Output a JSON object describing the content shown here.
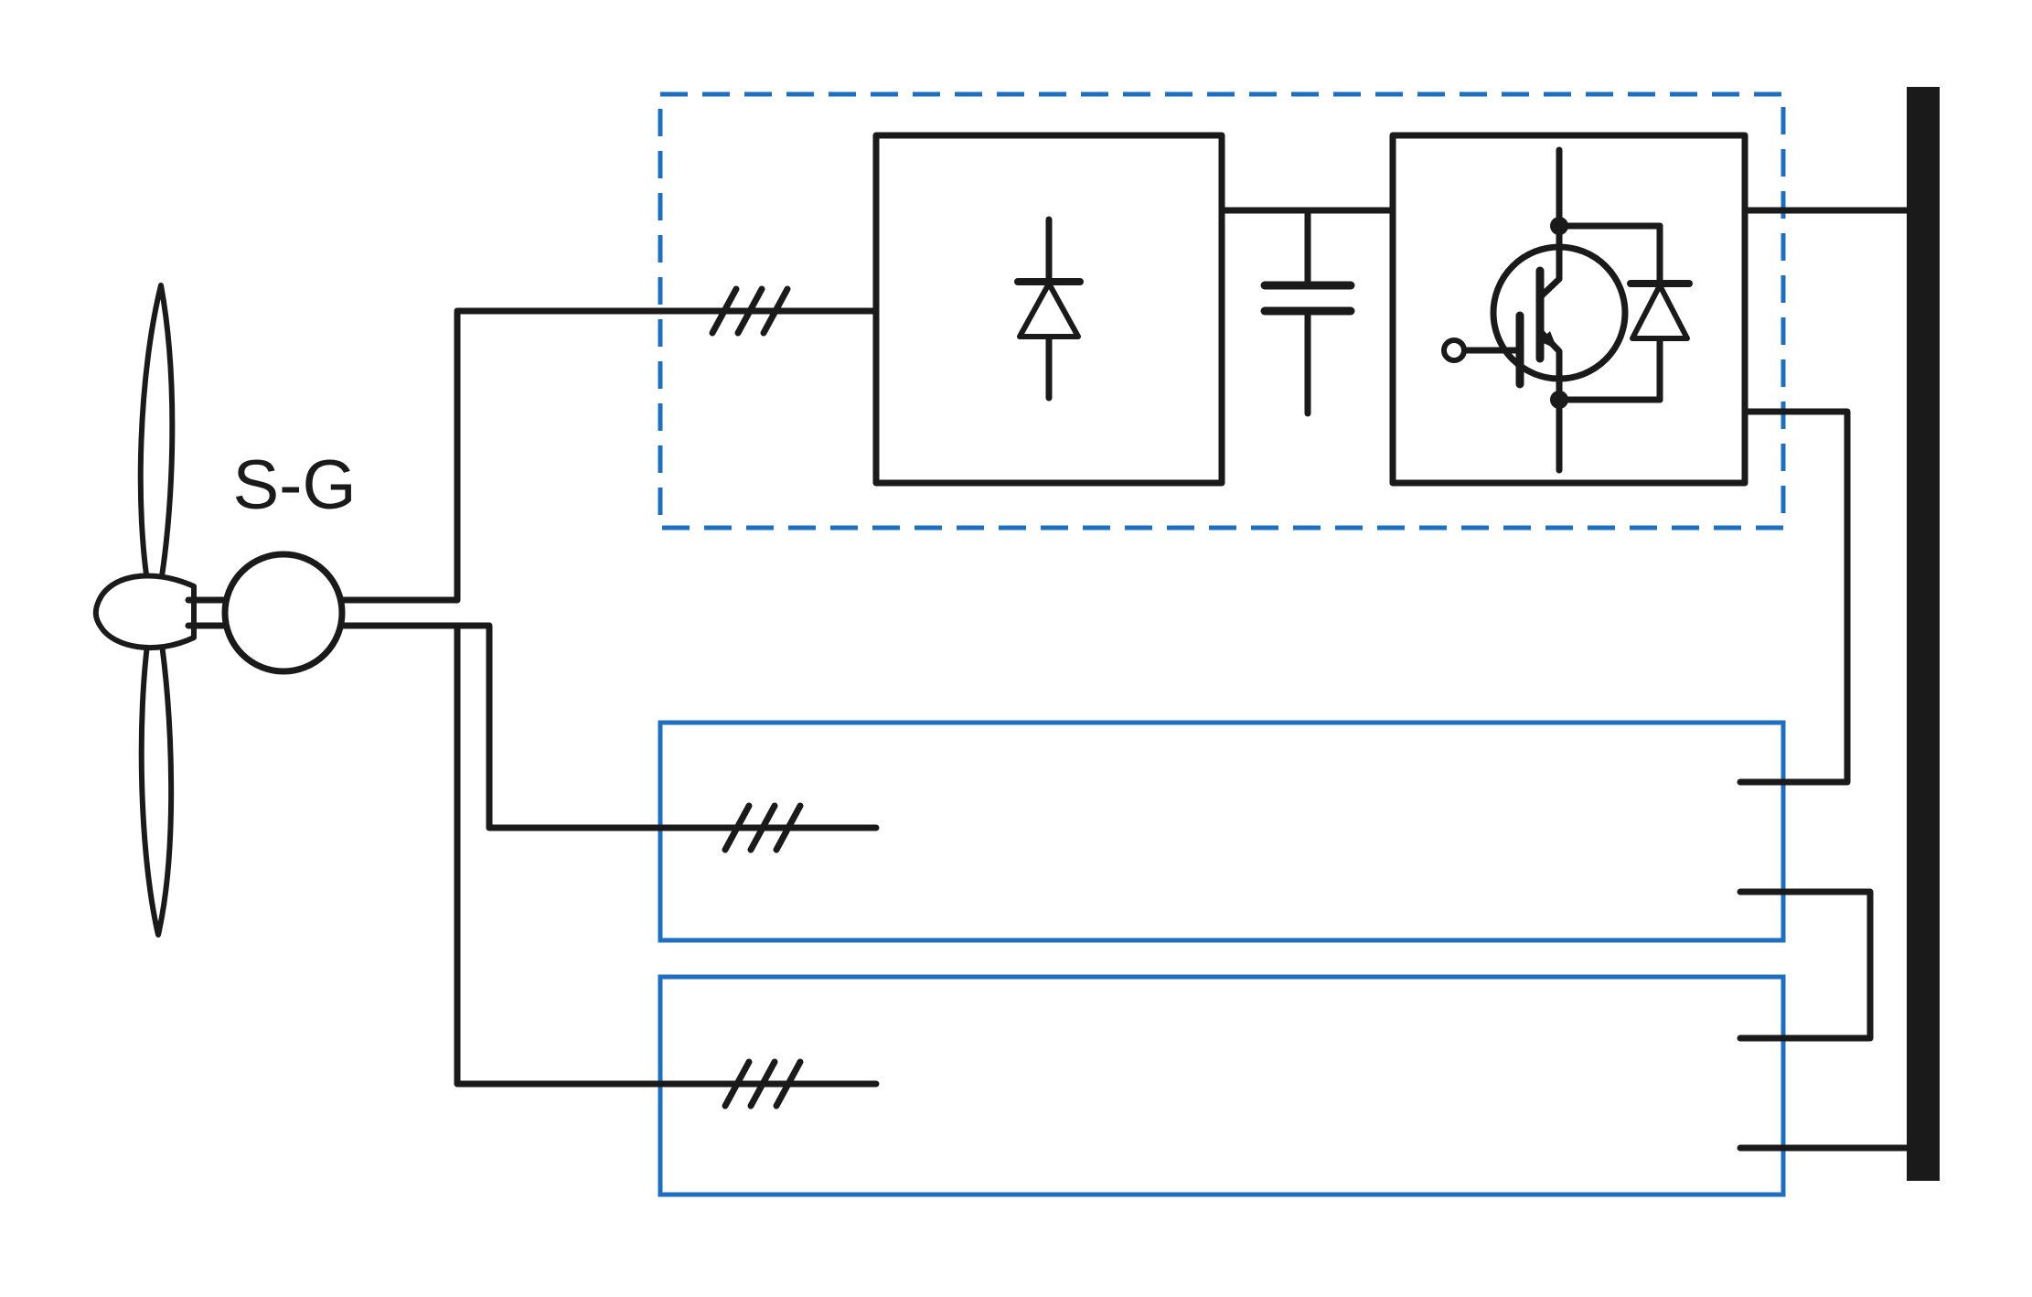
{
  "page": {
    "background_color": "#ffffff"
  },
  "diagram": {
    "generator_label": "S-G",
    "colors": {
      "line": "#1a1a1a",
      "module_outline": "#1e6fbf",
      "busbar_fill": "#1a1a1a"
    },
    "components": [
      {
        "id": "wind-turbine-rotor-icon",
        "description": "two-blade rotor with nose cone"
      },
      {
        "id": "synchronous-generator",
        "label": "S-G",
        "shape": "circle"
      },
      {
        "id": "three-phase-marker-icon",
        "slashes": 3,
        "instances": 3
      },
      {
        "id": "converter-module-1",
        "outline": "dashed",
        "contains": [
          "diode-rectifier-icon",
          "dc-link-capacitor-icon",
          "igbt-with-freewheel-diode-icon"
        ]
      },
      {
        "id": "converter-module-2",
        "outline": "solid"
      },
      {
        "id": "converter-module-3",
        "outline": "solid"
      },
      {
        "id": "dc-busbar",
        "shape": "thick-vertical-bar"
      }
    ]
  }
}
